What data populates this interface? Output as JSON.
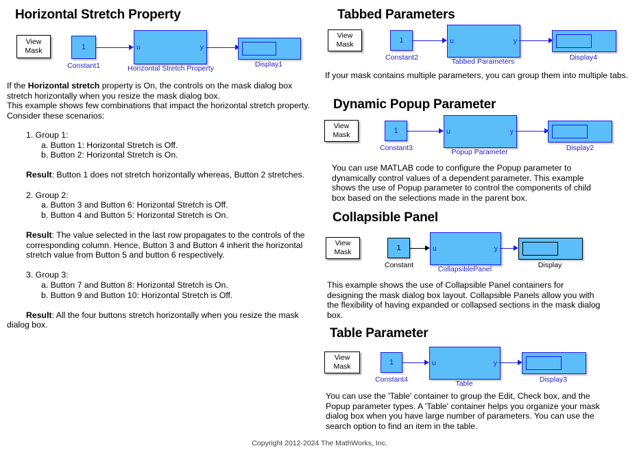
{
  "left": {
    "section": {
      "title": "Horizontal Stretch Property",
      "model": {
        "view_mask": "View\nMask",
        "view_mask_line1": "View",
        "view_mask_line2": "Mask",
        "constant_value": "1",
        "constant_label": "Constant1",
        "subsystem_label": "Horizontal Stretch Property",
        "port_in": "u",
        "port_out": "y",
        "display_label": "Display1"
      }
    },
    "intro": [
      "If the Horizontal stretch property is On, the controls on the mask dialog box",
      "stretch horizontally when you resize the mask dialog box.",
      "This example shows few combinations that impact the horizontal stretch property.",
      "Consider these scenarios:"
    ],
    "intro_bold": "Horizontal stretch",
    "intro_line1_pre": "If the ",
    "intro_line1_post": " property is On, the controls on the mask dialog box",
    "intro_line2": "stretch horizontally when you resize the mask dialog box.",
    "intro_line3": "This example shows few combinations that impact the horizontal stretch property.",
    "intro_line4": "Consider these scenarios:",
    "groups": [
      {
        "number": "1. Group 1:",
        "items": [
          "a. Button 1: Horizontal Stretch is Off.",
          "b. Button 2: Horizontal Stretch is On."
        ],
        "result_label": "Result",
        "result_text": ": Button 1 does not stretch horizontally whereas, Button 2 stretches."
      },
      {
        "number": "2. Group 2:",
        "items": [
          "a. Button 3 and Button 6: Horizontal Stretch is Off.",
          "b. Button 4 and Button 5: Horizontal Stretch is On."
        ],
        "result_label": "Result",
        "result_text": ": The value selected in the last row propagates to the controls of the corresponding column. Hence, Button 3 and Button 4 inherit the horizontal stretch value from Button 5 and button 6 respectively."
      },
      {
        "number": "3. Group 3:",
        "items": [
          "a. Button 7 and Button 8: Horizontal Stretch is On.",
          "b. Button 9  and Button 10: Horizontal Stretch is Off."
        ],
        "result_label": "Result",
        "result_text": ": All the four buttons stretch horizontally when you resize the mask dialog box."
      }
    ]
  },
  "right": {
    "sections": [
      {
        "title": "Tabbed Parameters",
        "model": {
          "view_mask_line1": "View",
          "view_mask_line2": "Mask",
          "constant_value": "1",
          "constant_label": "Constant2",
          "subsystem_label": "Tabbed Parameters",
          "port_in": "u",
          "port_out": "y",
          "display_label": "Display4"
        },
        "description": "If your mask contains multiple parameters, you can group them into multiple tabs."
      },
      {
        "title": "Dynamic Popup Parameter",
        "model": {
          "view_mask_line1": "View",
          "view_mask_line2": "Mask",
          "constant_value": "1",
          "constant_label": "Constant3",
          "subsystem_label": "Popup Parameter",
          "port_in": "u",
          "port_out": "y",
          "display_label": "Display2"
        },
        "description": "You can use MATLAB code to configure the Popup parameter to dynamically control values of a dependent parameter. This example shows the use of Popup parameter to control the components of child box based on the selections made in the parent box."
      },
      {
        "title": "Collapsible Panel",
        "model": {
          "view_mask_line1": "View",
          "view_mask_line2": "Mask",
          "constant_value": "1",
          "constant_label": "Constant",
          "subsystem_label": "CollapsiblePanel",
          "port_in": "u",
          "port_out": "y",
          "display_label": "Display"
        },
        "description": "This example shows the use of Collapsible Panel containers for designing the mask dialog box layout. Collapsible Panels allow you with the flexibility of having expanded or collapsed sections in the mask dialog box."
      },
      {
        "title": "Table Parameter",
        "model": {
          "view_mask_line1": "View",
          "view_mask_line2": "Mask",
          "constant_value": "1",
          "constant_label": "Constant4",
          "subsystem_label": "Table",
          "port_in": "u",
          "port_out": "y",
          "display_label": "Display3"
        },
        "description": "You can use the 'Table' container to group the Edit, Check box, and the Popup parameter types. A 'Table' container helps you organize your mask dialog box when you have large number of parameters. You can use the search option to find an item in the table."
      }
    ]
  },
  "footer": {
    "copyright": "Copyright 2012-2024 The MathWorks, Inc."
  },
  "colors": {
    "block_fill": "#5cbef8",
    "block_border_blue": "#1a1aee",
    "block_border_black": "#000000",
    "label_blue": "#2222cc",
    "text_black": "#000000",
    "background": "#ffffff"
  }
}
